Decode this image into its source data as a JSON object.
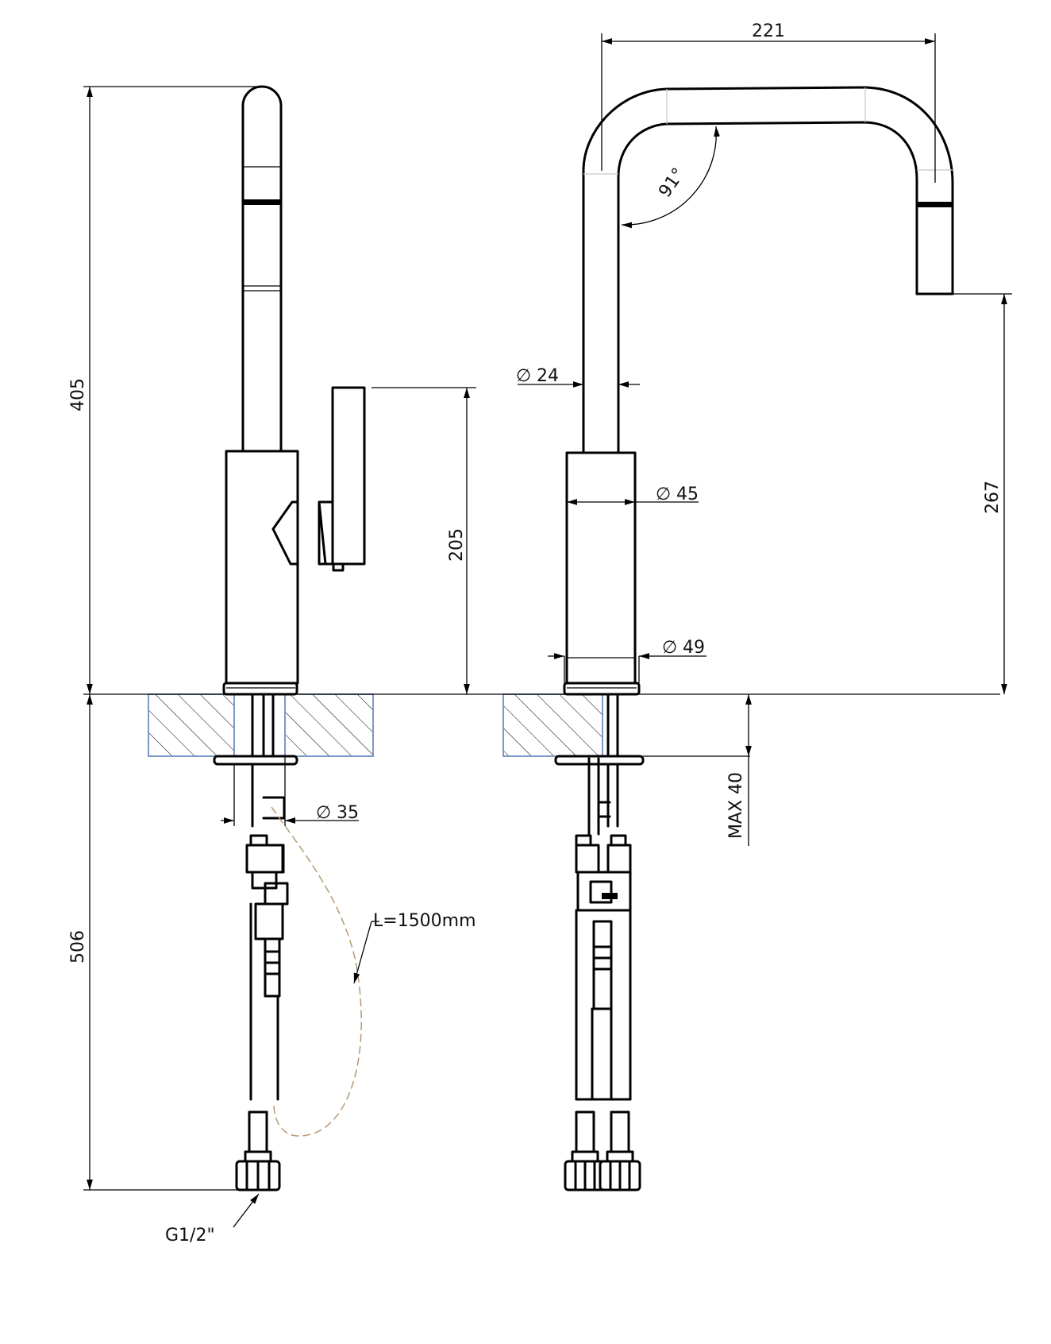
{
  "dimensions": {
    "total_height": "405",
    "lever_height": "205",
    "below_counter": "506",
    "projection": "221",
    "spout_clearance": "267",
    "spout_angle": "91°",
    "spout_diameter": "24",
    "body_diameter": "45",
    "base_diameter": "49",
    "hole_diameter": "35",
    "max_counter_thickness": "MAX 40",
    "hose_length": "L=1500mm",
    "connection_thread": "G1/2\""
  },
  "symbols": {
    "diameter": "∅"
  }
}
